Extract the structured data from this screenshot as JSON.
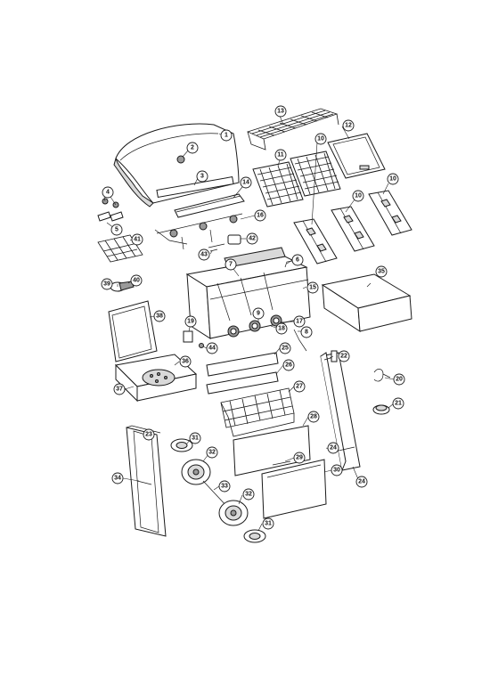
{
  "diagram": {
    "callouts": [
      {
        "id": "c1",
        "label": "1"
      },
      {
        "id": "c2",
        "label": "2"
      },
      {
        "id": "c3",
        "label": "3"
      },
      {
        "id": "c4",
        "label": "4"
      },
      {
        "id": "c5",
        "label": "5"
      },
      {
        "id": "c6",
        "label": "6"
      },
      {
        "id": "c7",
        "label": "7"
      },
      {
        "id": "c8",
        "label": "8"
      },
      {
        "id": "c9",
        "label": "9"
      },
      {
        "id": "c10a",
        "label": "10"
      },
      {
        "id": "c10b",
        "label": "10"
      },
      {
        "id": "c10c",
        "label": "10"
      },
      {
        "id": "c11",
        "label": "11"
      },
      {
        "id": "c12",
        "label": "12"
      },
      {
        "id": "c13",
        "label": "13"
      },
      {
        "id": "c14",
        "label": "14"
      },
      {
        "id": "c15",
        "label": "15"
      },
      {
        "id": "c16",
        "label": "16"
      },
      {
        "id": "c17",
        "label": "17"
      },
      {
        "id": "c18",
        "label": "18"
      },
      {
        "id": "c19",
        "label": "19"
      },
      {
        "id": "c20",
        "label": "20"
      },
      {
        "id": "c21",
        "label": "21"
      },
      {
        "id": "c22",
        "label": "22"
      },
      {
        "id": "c23",
        "label": "23"
      },
      {
        "id": "c24a",
        "label": "24"
      },
      {
        "id": "c24b",
        "label": "24"
      },
      {
        "id": "c25",
        "label": "25"
      },
      {
        "id": "c26",
        "label": "26"
      },
      {
        "id": "c27",
        "label": "27"
      },
      {
        "id": "c28",
        "label": "28"
      },
      {
        "id": "c29",
        "label": "29"
      },
      {
        "id": "c30",
        "label": "30"
      },
      {
        "id": "c31a",
        "label": "31"
      },
      {
        "id": "c31b",
        "label": "31"
      },
      {
        "id": "c32a",
        "label": "32"
      },
      {
        "id": "c32b",
        "label": "32"
      },
      {
        "id": "c33",
        "label": "33"
      },
      {
        "id": "c34",
        "label": "34"
      },
      {
        "id": "c35",
        "label": "35"
      },
      {
        "id": "c36",
        "label": "36"
      },
      {
        "id": "c37",
        "label": "37"
      },
      {
        "id": "c38",
        "label": "38"
      },
      {
        "id": "c39",
        "label": "39"
      },
      {
        "id": "c40",
        "label": "40"
      },
      {
        "id": "c41",
        "label": "41"
      },
      {
        "id": "c42",
        "label": "42"
      },
      {
        "id": "c43",
        "label": "43"
      },
      {
        "id": "c44",
        "label": "44"
      }
    ]
  }
}
